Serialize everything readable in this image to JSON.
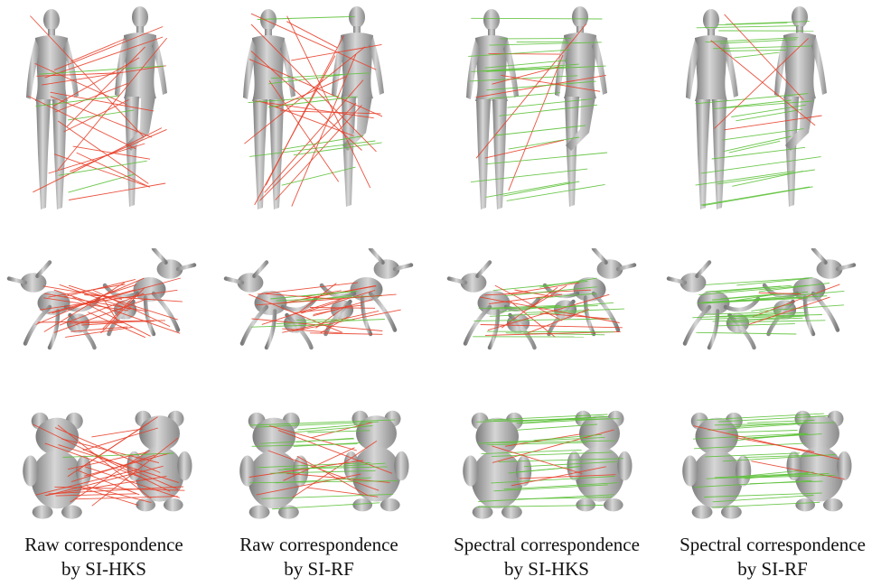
{
  "figure": {
    "columns": [
      {
        "id": "raw-si-hks",
        "line1": "Raw correspondence",
        "line2": "by SI-HKS"
      },
      {
        "id": "raw-si-rf",
        "line1": "Raw correspondence",
        "line2": "by SI-RF"
      },
      {
        "id": "spectral-si-hks",
        "line1": "Spectral correspondence",
        "line2": "by SI-HKS"
      },
      {
        "id": "spectral-si-rf",
        "line1": "Spectral correspondence",
        "line2": "by SI-RF"
      }
    ],
    "rows": [
      "human",
      "ant",
      "teddy"
    ],
    "colors": {
      "correct": "#5ec23a",
      "wrong": "#e8402a",
      "mesh": "#b9b9b9",
      "mesh_dark": "#6e6e6e"
    },
    "correct_ratio": {
      "raw-si-hks": [
        0.05,
        0.05,
        0.05
      ],
      "raw-si-rf": [
        0.4,
        0.35,
        0.4
      ],
      "spectral-si-hks": [
        0.7,
        0.4,
        0.85
      ],
      "spectral-si-rf": [
        0.85,
        0.9,
        0.95
      ]
    }
  }
}
